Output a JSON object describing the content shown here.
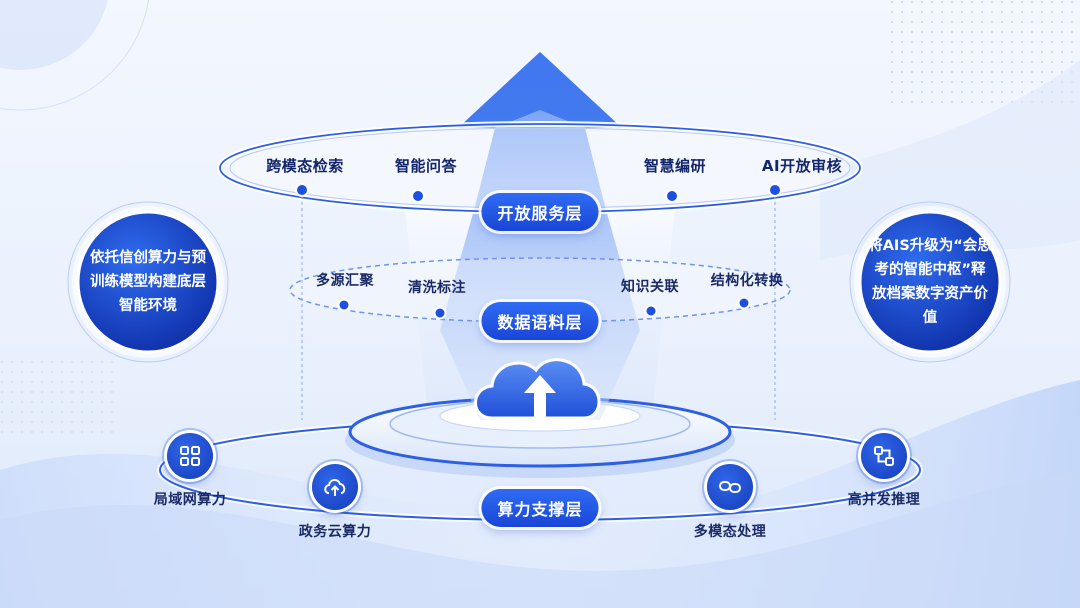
{
  "layers": {
    "service": {
      "title": "开放服务层",
      "items": [
        "跨模态检索",
        "智能问答",
        "智慧编研",
        "AI开放审核"
      ]
    },
    "data": {
      "title": "数据语料层",
      "items": [
        "多源汇聚",
        "清洗标注",
        "知识关联",
        "结构化转换"
      ]
    },
    "compute": {
      "title": "算力支撑层",
      "items": [
        {
          "label": "局域网算力",
          "icon": "grid-icon"
        },
        {
          "label": "政务云算力",
          "icon": "cloud-upload-icon"
        },
        {
          "label": "多模态处理",
          "icon": "chain-link-icon"
        },
        {
          "label": "高并发推理",
          "icon": "flow-nodes-icon"
        }
      ]
    }
  },
  "left_circle": {
    "lines": [
      "依托信创算力与预",
      "训练模型构建底层",
      "智能环境"
    ]
  },
  "right_circle": {
    "lines": [
      "将AIS升级为“会思",
      "考的智能中枢”释",
      "放档案数字资产价值"
    ]
  },
  "colors": {
    "primary": "#1d4fe0",
    "dark": "#13266b",
    "light_bg": "#eef3fd"
  }
}
